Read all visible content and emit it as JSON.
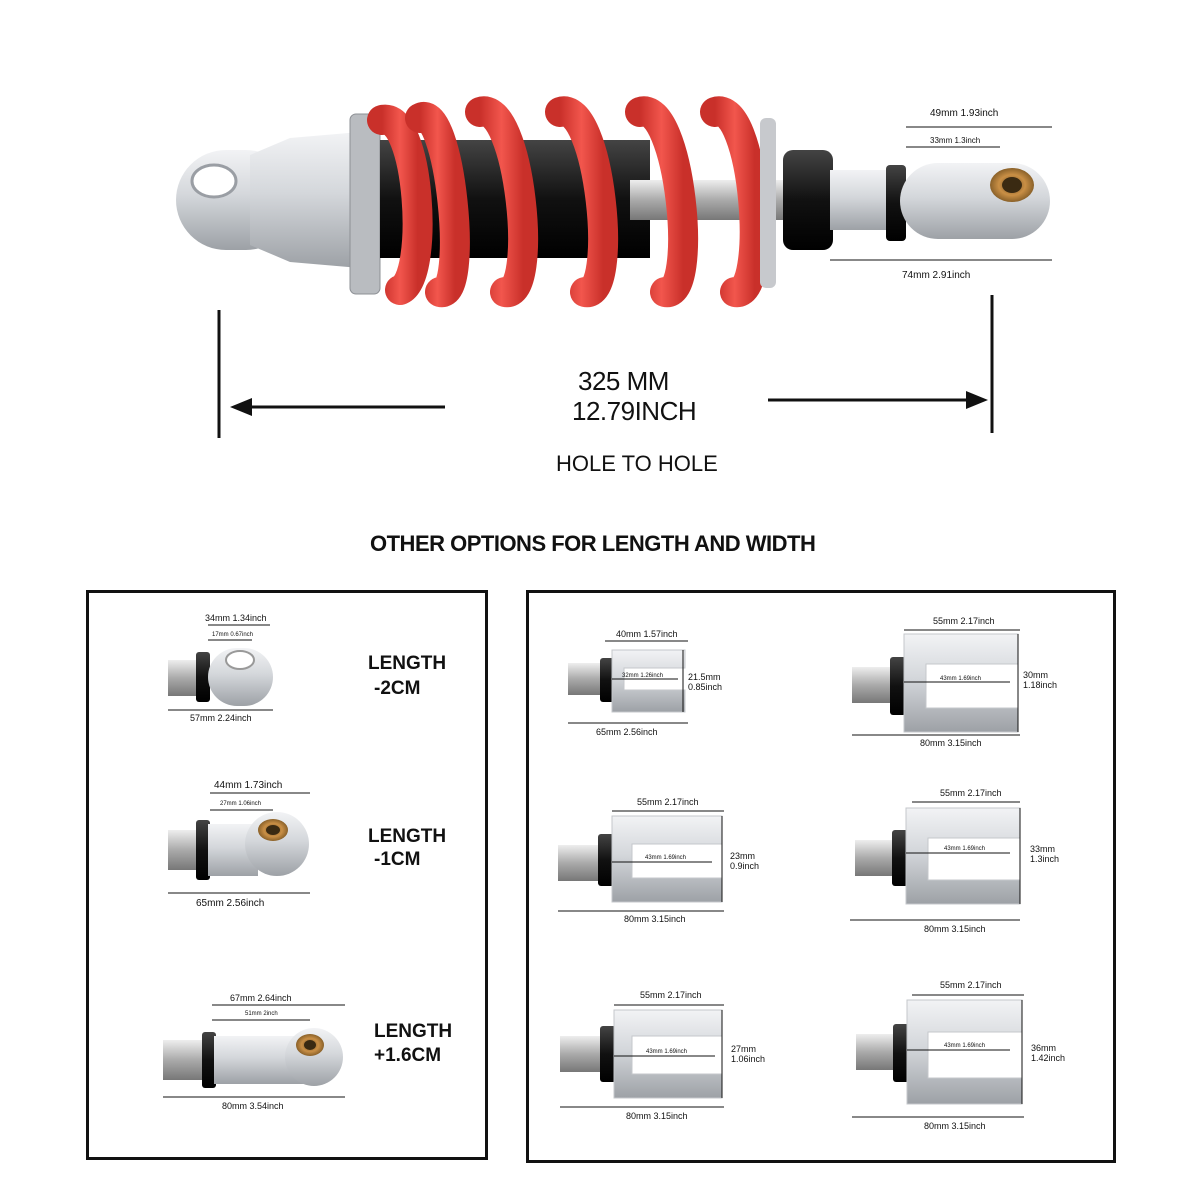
{
  "top": {
    "dim_49": "49mm 1.93inch",
    "dim_33": "33mm  1.3inch",
    "dim_74": "74mm  2.91inch",
    "length_mm": "325 MM",
    "length_inch": "12.79INCH",
    "hole_to_hole": "HOLE TO HOLE"
  },
  "options_title": "OTHER OPTIONS FOR LENGTH AND WIDTH",
  "left_panel": [
    {
      "top": "34mm 1.34inch",
      "inner": "17mm  0.67inch",
      "bottom": "57mm  2.24inch",
      "length_line1": "LENGTH",
      "length_line2": "-2CM"
    },
    {
      "top": "44mm 1.73inch",
      "inner": "27mm  1.06inch",
      "bottom": "65mm  2.56inch",
      "length_line1": "LENGTH",
      "length_line2": "-1CM"
    },
    {
      "top": "67mm 2.64inch",
      "inner": "51mm  2inch",
      "bottom": "80mm  3.54inch",
      "length_line1": "LENGTH",
      "length_line2": "+1.6CM"
    }
  ],
  "right_panel": [
    {
      "top": "40mm 1.57inch",
      "inner": "32mm 1.26inch",
      "side1": "21.5mm",
      "side2": "0.85inch",
      "bottom": "65mm  2.56inch"
    },
    {
      "top": "55mm 2.17inch",
      "inner": "43mm  1.69inch",
      "side1": "30mm",
      "side2": "1.18inch",
      "bottom": "80mm  3.15inch"
    },
    {
      "top": "55mm 2.17inch",
      "inner": "43mm  1.69inch",
      "side1": "23mm",
      "side2": "0.9inch",
      "bottom": "80mm  3.15inch"
    },
    {
      "top": "55mm 2.17inch",
      "inner": "43mm  1.69inch",
      "side1": "33mm",
      "side2": "1.3inch",
      "bottom": "80mm  3.15inch"
    },
    {
      "top": "55mm 2.17inch",
      "inner": "43mm  1.69inch",
      "side1": "27mm",
      "side2": "1.06inch",
      "bottom": "80mm  3.15inch"
    },
    {
      "top": "55mm 2.17inch",
      "inner": "43mm  1.69inch",
      "side1": "36mm",
      "side2": "1.42inch",
      "bottom": "80mm  3.15inch"
    }
  ],
  "colors": {
    "spring": "#e8463f",
    "body": "#cfd2d6",
    "black": "#111111"
  }
}
